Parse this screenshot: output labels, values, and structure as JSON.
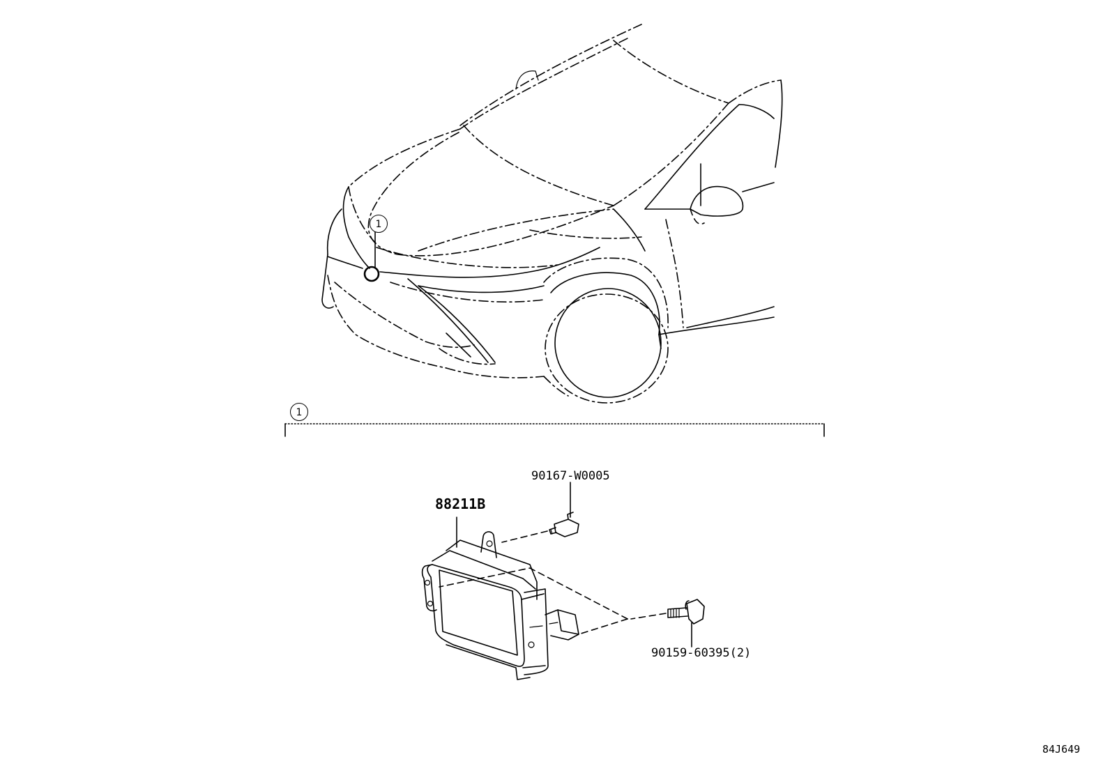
{
  "callouts": {
    "ref_1": "1",
    "ref_2": "1"
  },
  "parts": {
    "main_unit": "88211B",
    "bolt_top": "90167-W0005",
    "bolt_bottom": "90159-60395(2)"
  },
  "figure_code": "84J649"
}
